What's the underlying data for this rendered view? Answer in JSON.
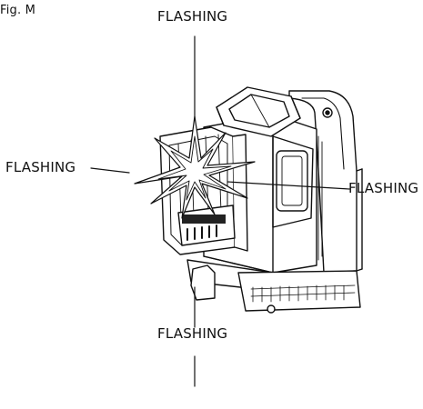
{
  "figure": {
    "label": "Fig. M"
  },
  "labels": {
    "top": "FLASHING",
    "left": "FLASHING",
    "right": "FLASHING",
    "bottom": "FLASHING"
  },
  "colors": {
    "stroke": "#111111",
    "body_fill": "#ffffff",
    "dark_fill": "#222222"
  },
  "icons": {
    "flash": "starburst-flash-icon"
  }
}
